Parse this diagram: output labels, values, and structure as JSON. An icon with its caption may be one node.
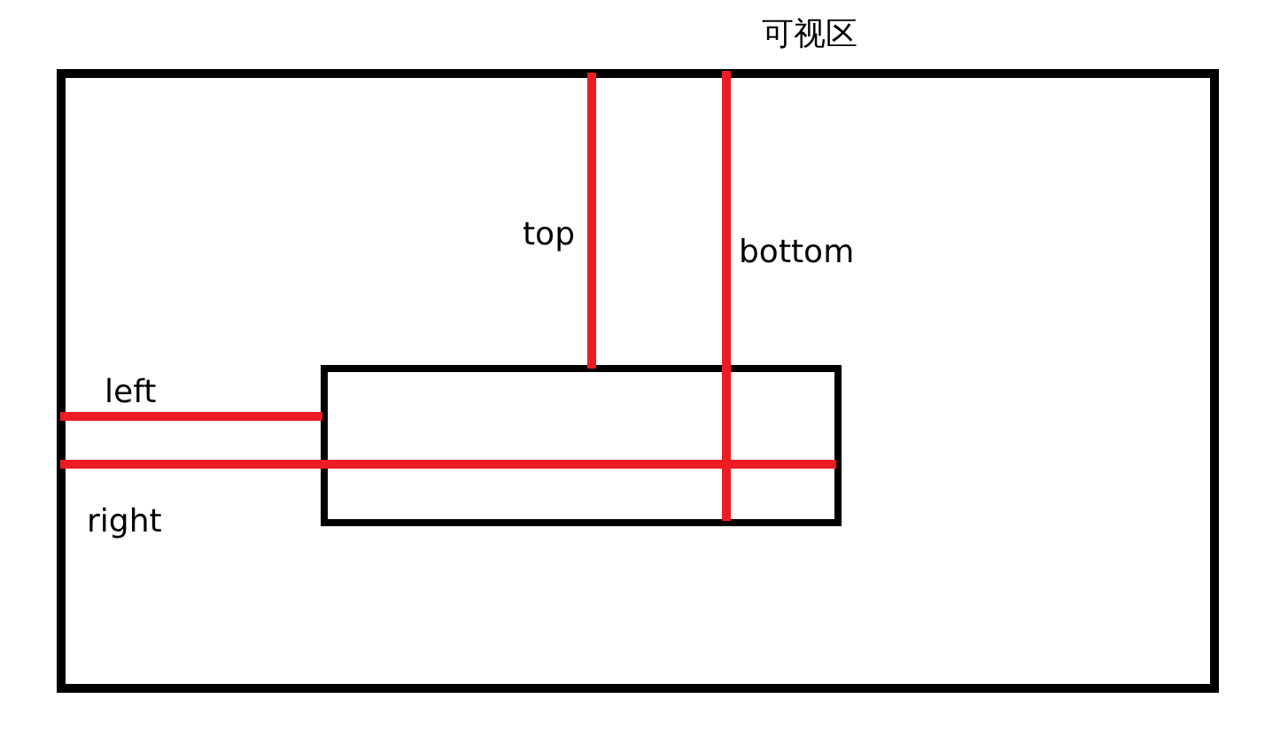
{
  "diagram": {
    "nodes": [
      {
        "text": [
          "可视区"
        ]
      },
      {
        "text": [],
        "shape": "box",
        "in": 0
      }
    ],
    "labels": [
      "top",
      "bottom",
      "left",
      "right"
    ]
  }
}
